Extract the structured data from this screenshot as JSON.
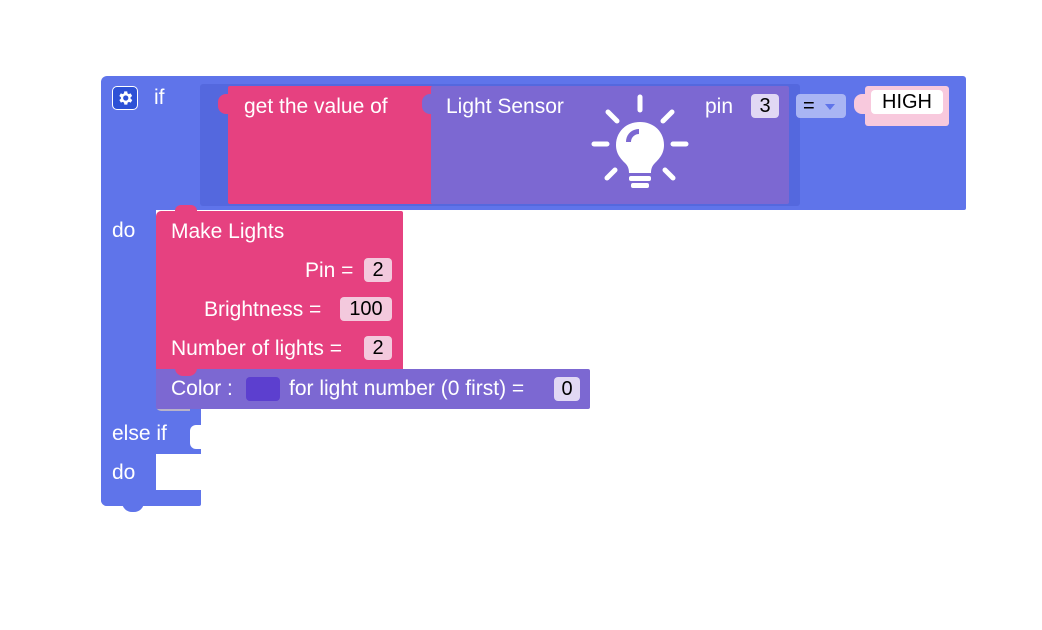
{
  "if_block": {
    "if_label": "if",
    "do_label": "do",
    "else_if_label": "else if",
    "do2_label": "do",
    "gear_icon": "gear-icon",
    "color": "#5f74ea"
  },
  "compare": {
    "getvalue_label": "get the value of",
    "sensor": {
      "label": "Light Sensor",
      "icon": "lightbulb-icon",
      "pin_label": "pin",
      "pin_value": "3"
    },
    "operator": "=",
    "operator_icon": "chevron-down-icon",
    "rhs_value": "HIGH"
  },
  "make_lights": {
    "title": "Make Lights",
    "pin_label": "Pin =",
    "pin_value": "2",
    "brightness_label": "Brightness =",
    "brightness_value": "100",
    "count_label": "Number of lights =",
    "count_value": "2",
    "color": "#e64180"
  },
  "color_block": {
    "label": "Color :",
    "swatch_color": "#5c3fcf",
    "for_label": "for light number (0 first) =",
    "index_value": "0",
    "color": "#7c68d2"
  }
}
